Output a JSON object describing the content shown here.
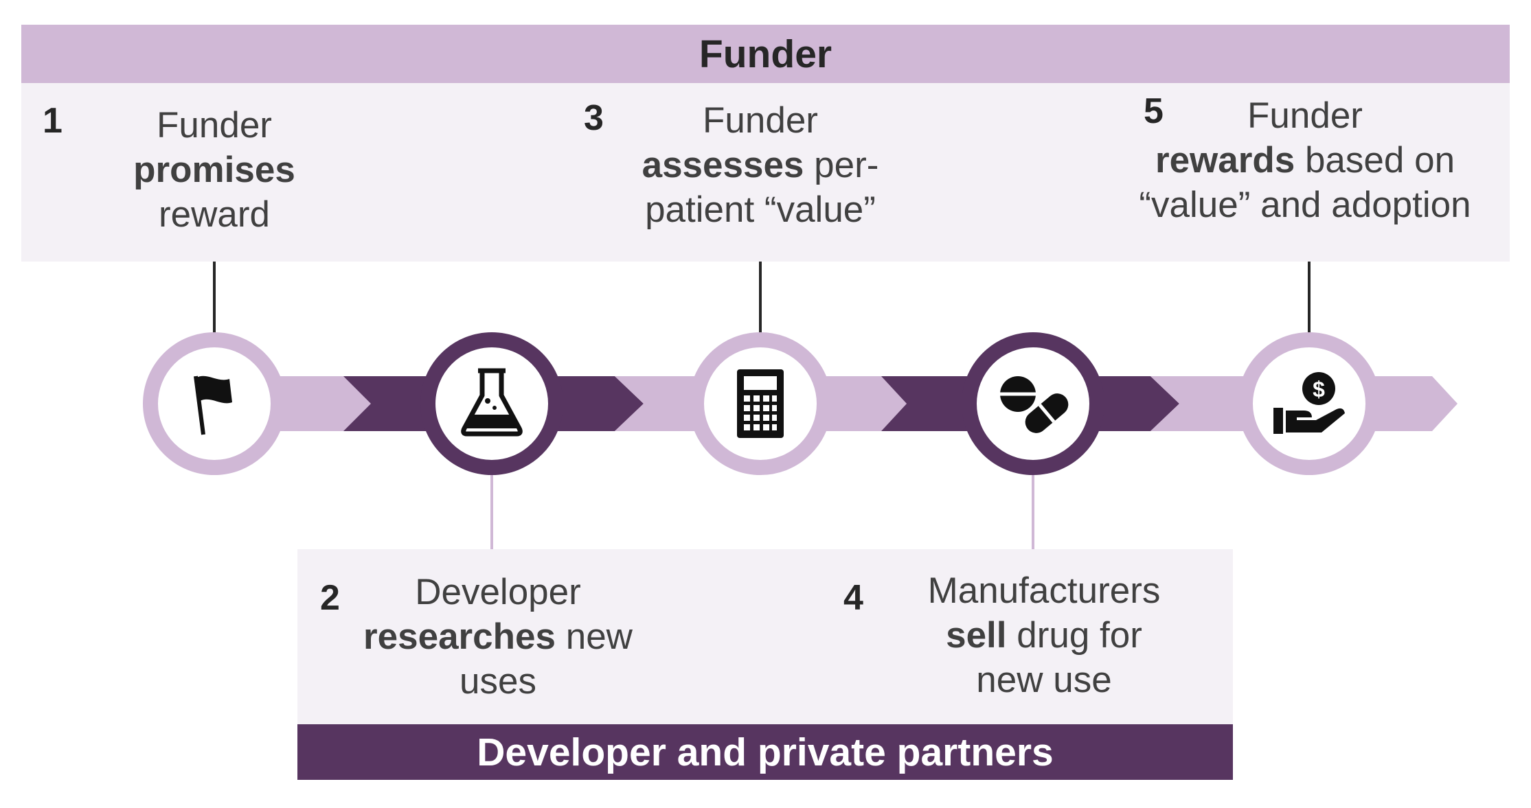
{
  "top_band": {
    "label": "Funder"
  },
  "bottom_band": {
    "label": "Developer and private partners"
  },
  "steps": [
    {
      "number": "1",
      "line1": "Funder",
      "bold": "promises",
      "rest": "",
      "line3": "reward",
      "icon": "flag-icon"
    },
    {
      "number": "2",
      "line1": "Developer",
      "bold": "researches",
      "rest": " new",
      "line3": "uses",
      "icon": "flask-icon"
    },
    {
      "number": "3",
      "line1": "Funder",
      "bold": "assesses",
      "rest": " per-",
      "line3": "patient “value”",
      "icon": "calculator-icon"
    },
    {
      "number": "4",
      "line1": "Manufacturers",
      "bold": "sell",
      "rest": " drug for",
      "line3": "new use",
      "icon": "pills-icon"
    },
    {
      "number": "5",
      "line1": "Funder",
      "bold": "rewards",
      "rest": " based on",
      "line3": "“value” and adoption",
      "icon": "money-hand-icon"
    }
  ],
  "colors": {
    "light_purple": "#d0b8d6",
    "dark_purple": "#573560",
    "panel": "#f4f1f6"
  }
}
